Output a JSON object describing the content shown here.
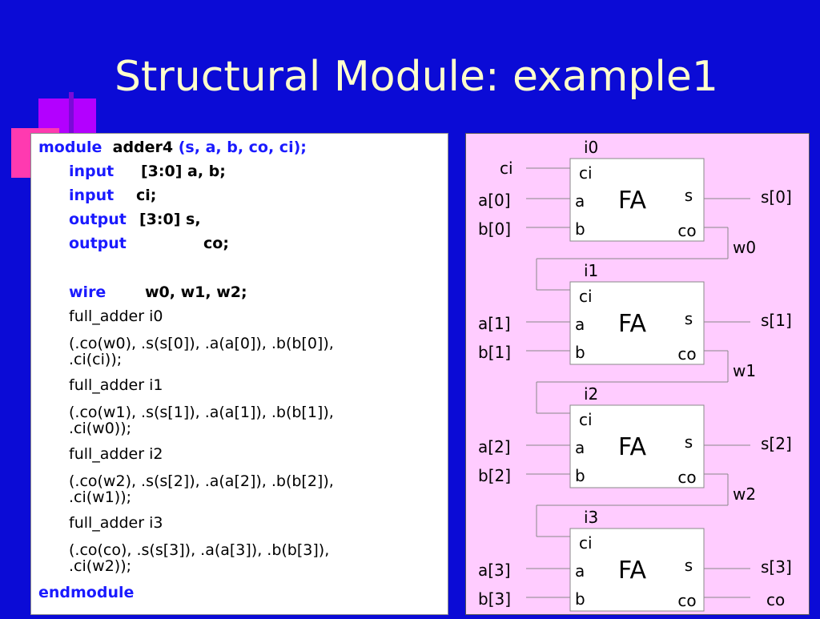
{
  "slide": {
    "title": "Structural Module: example1"
  },
  "code": {
    "l1": {
      "k": "module",
      "name": "adder4",
      "ports": "(s, a, b, co, ci);"
    },
    "l2": {
      "k": "input",
      "r": "[3:0] a, b;"
    },
    "l3": {
      "k": "input",
      "r": "ci;"
    },
    "l4": {
      "k": "output",
      "r": "[3:0] s,"
    },
    "l5": {
      "k": "output",
      "r": "co;"
    },
    "l6": {
      "k": "wire",
      "r": "w0, w1, w2;"
    },
    "inst0": {
      "decl": "full_adder i0",
      "ports1": "(.co(w0), .s(s[0]), .a(a[0]), .b(b[0]),",
      "ports2": ".ci(ci));"
    },
    "inst1": {
      "decl": "full_adder i1",
      "ports1": "(.co(w1), .s(s[1]), .a(a[1]), .b(b[1]),",
      "ports2": ".ci(w0));"
    },
    "inst2": {
      "decl": "full_adder i2",
      "ports1": "(.co(w2), .s(s[2]), .a(a[2]), .b(b[2]),",
      "ports2": ".ci(w1));"
    },
    "inst3": {
      "decl": "full_adder i3",
      "ports1": "(.co(co), .s(s[3]), .a(a[3]), .b(b[3]),",
      "ports2": ".ci(w2));"
    },
    "end": "endmodule"
  },
  "diagram": {
    "block_label": "FA",
    "port_ci": "ci",
    "port_a": "a",
    "port_b": "b",
    "port_s": "s",
    "port_co": "co",
    "input_ci": "ci",
    "output_co": "co",
    "stages": [
      {
        "inst": "i0",
        "a": "a[0]",
        "b": "b[0]",
        "s": "s[0]",
        "wire": "w0"
      },
      {
        "inst": "i1",
        "a": "a[1]",
        "b": "b[1]",
        "s": "s[1]",
        "wire": "w1"
      },
      {
        "inst": "i2",
        "a": "a[2]",
        "b": "b[2]",
        "s": "s[2]",
        "wire": "w2"
      },
      {
        "inst": "i3",
        "a": "a[3]",
        "b": "b[3]",
        "s": "s[3]",
        "wire": ""
      }
    ]
  }
}
